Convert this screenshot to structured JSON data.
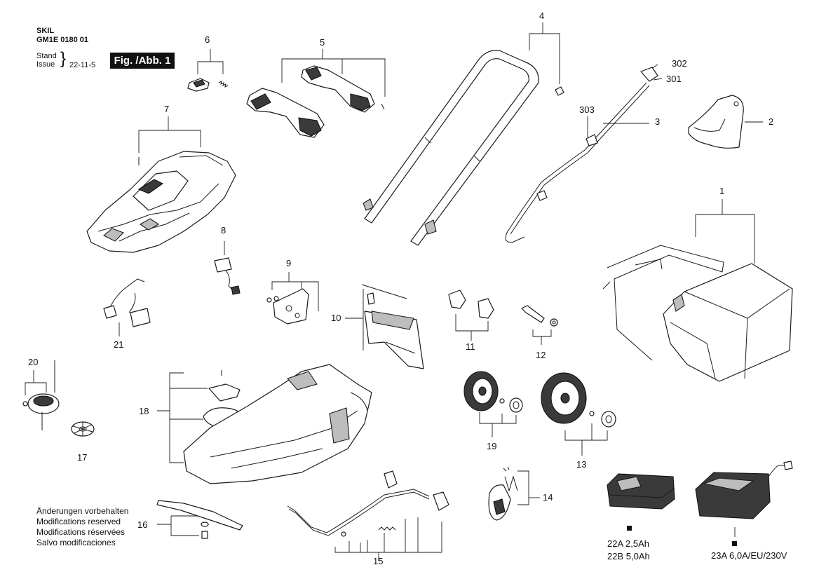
{
  "header": {
    "brand": "SKIL",
    "model": "GM1E 0180 01",
    "stand_label": "Stand",
    "issue_label": "Issue",
    "date": "22-11-5",
    "figure_label": "Fig. /Abb. 1"
  },
  "callouts": {
    "p1": "1",
    "p2": "2",
    "p3": "3",
    "p4": "4",
    "p5": "5",
    "p6": "6",
    "p7": "7",
    "p8": "8",
    "p9": "9",
    "p10": "10",
    "p11": "11",
    "p12": "12",
    "p13": "13",
    "p14": "14",
    "p15": "15",
    "p16": "16",
    "p17": "17",
    "p18": "18",
    "p19": "19",
    "p20": "20",
    "p21": "21",
    "p301": "301",
    "p302": "302",
    "p303": "303"
  },
  "accessories": {
    "battery_a": "22A  2,5Ah",
    "battery_b": "22B  5,0Ah",
    "charger": "23A  6,0A/EU/230V"
  },
  "notes": [
    "Änderungen vorbehalten",
    "Modifications reserved",
    "Modifications réservées",
    "Salvo modificaciones"
  ]
}
